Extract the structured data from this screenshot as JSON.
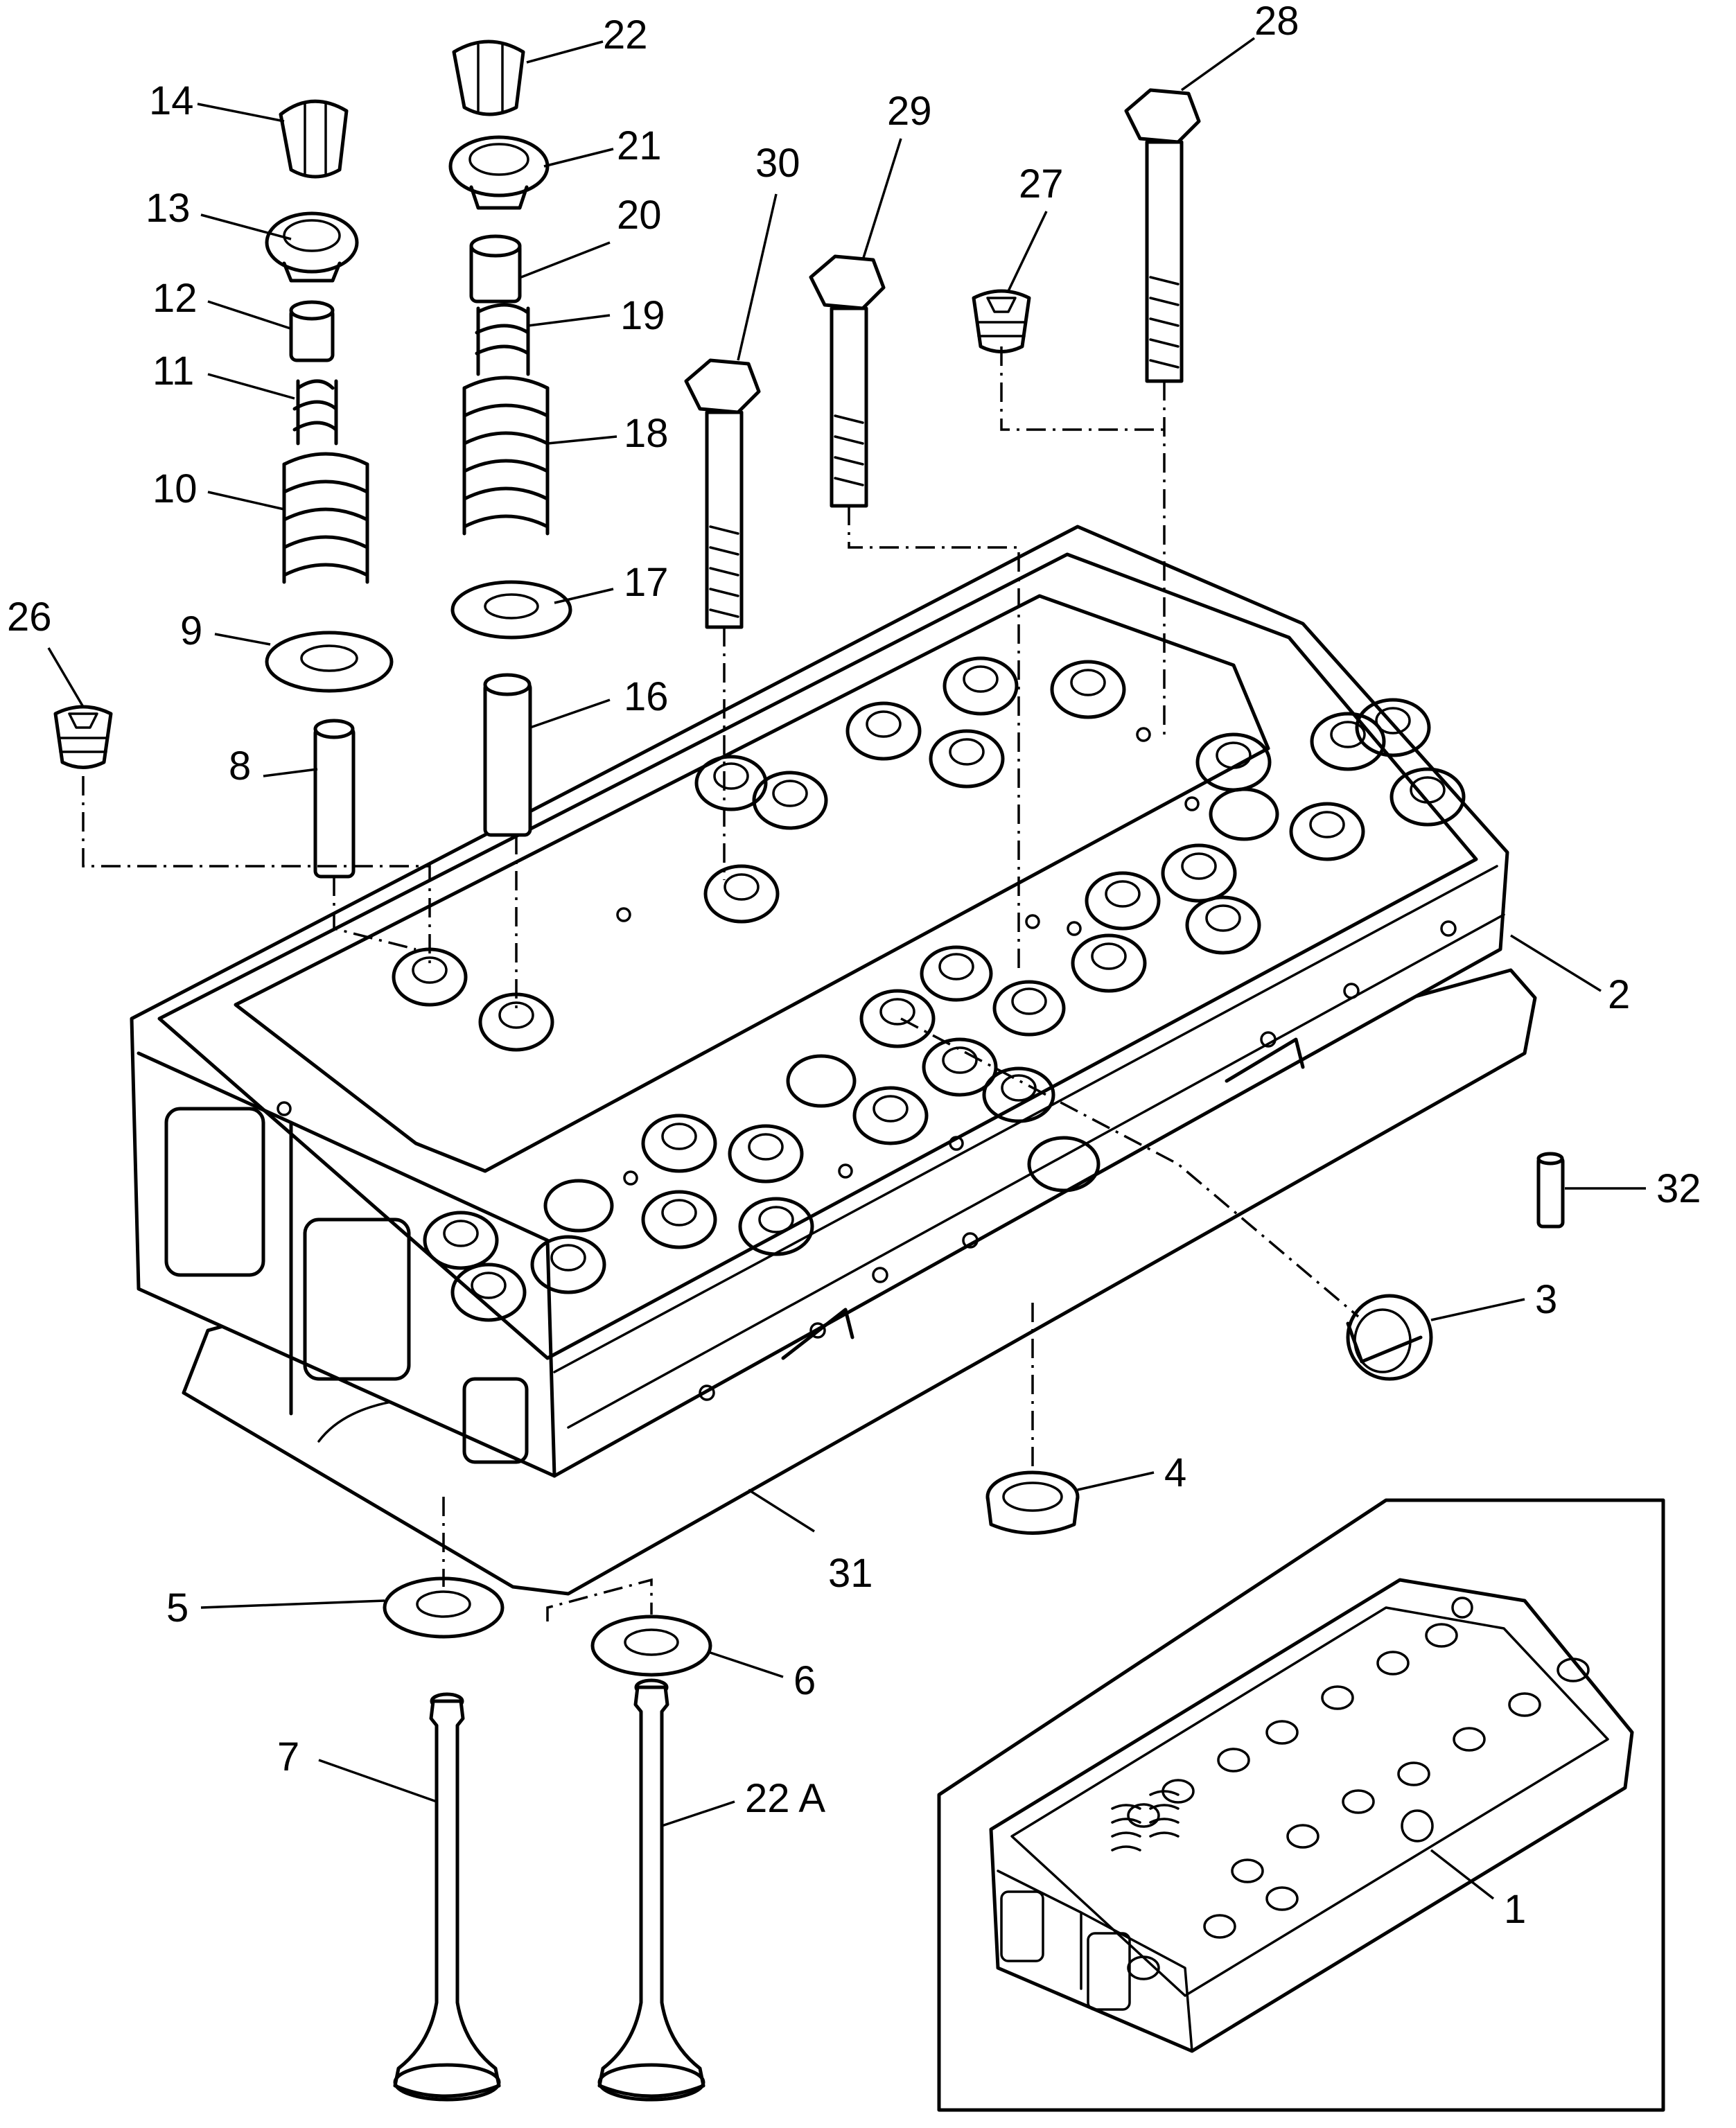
{
  "parts": [
    {
      "id": "p1",
      "label": "1"
    },
    {
      "id": "p2",
      "label": "2"
    },
    {
      "id": "p3",
      "label": "3"
    },
    {
      "id": "p4",
      "label": "4"
    },
    {
      "id": "p5",
      "label": "5"
    },
    {
      "id": "p6",
      "label": "6"
    },
    {
      "id": "p7",
      "label": "7"
    },
    {
      "id": "p8",
      "label": "8"
    },
    {
      "id": "p9",
      "label": "9"
    },
    {
      "id": "p10",
      "label": "10"
    },
    {
      "id": "p11",
      "label": "11"
    },
    {
      "id": "p12",
      "label": "12"
    },
    {
      "id": "p13",
      "label": "13"
    },
    {
      "id": "p14",
      "label": "14"
    },
    {
      "id": "p16",
      "label": "16"
    },
    {
      "id": "p17",
      "label": "17"
    },
    {
      "id": "p18",
      "label": "18"
    },
    {
      "id": "p19",
      "label": "19"
    },
    {
      "id": "p20",
      "label": "20"
    },
    {
      "id": "p21",
      "label": "21"
    },
    {
      "id": "p22",
      "label": "22"
    },
    {
      "id": "p22a",
      "label": "22 A"
    },
    {
      "id": "p26",
      "label": "26"
    },
    {
      "id": "p27",
      "label": "27"
    },
    {
      "id": "p28",
      "label": "28"
    },
    {
      "id": "p29",
      "label": "29"
    },
    {
      "id": "p30",
      "label": "30"
    },
    {
      "id": "p31",
      "label": "31"
    },
    {
      "id": "p32",
      "label": "32"
    }
  ]
}
